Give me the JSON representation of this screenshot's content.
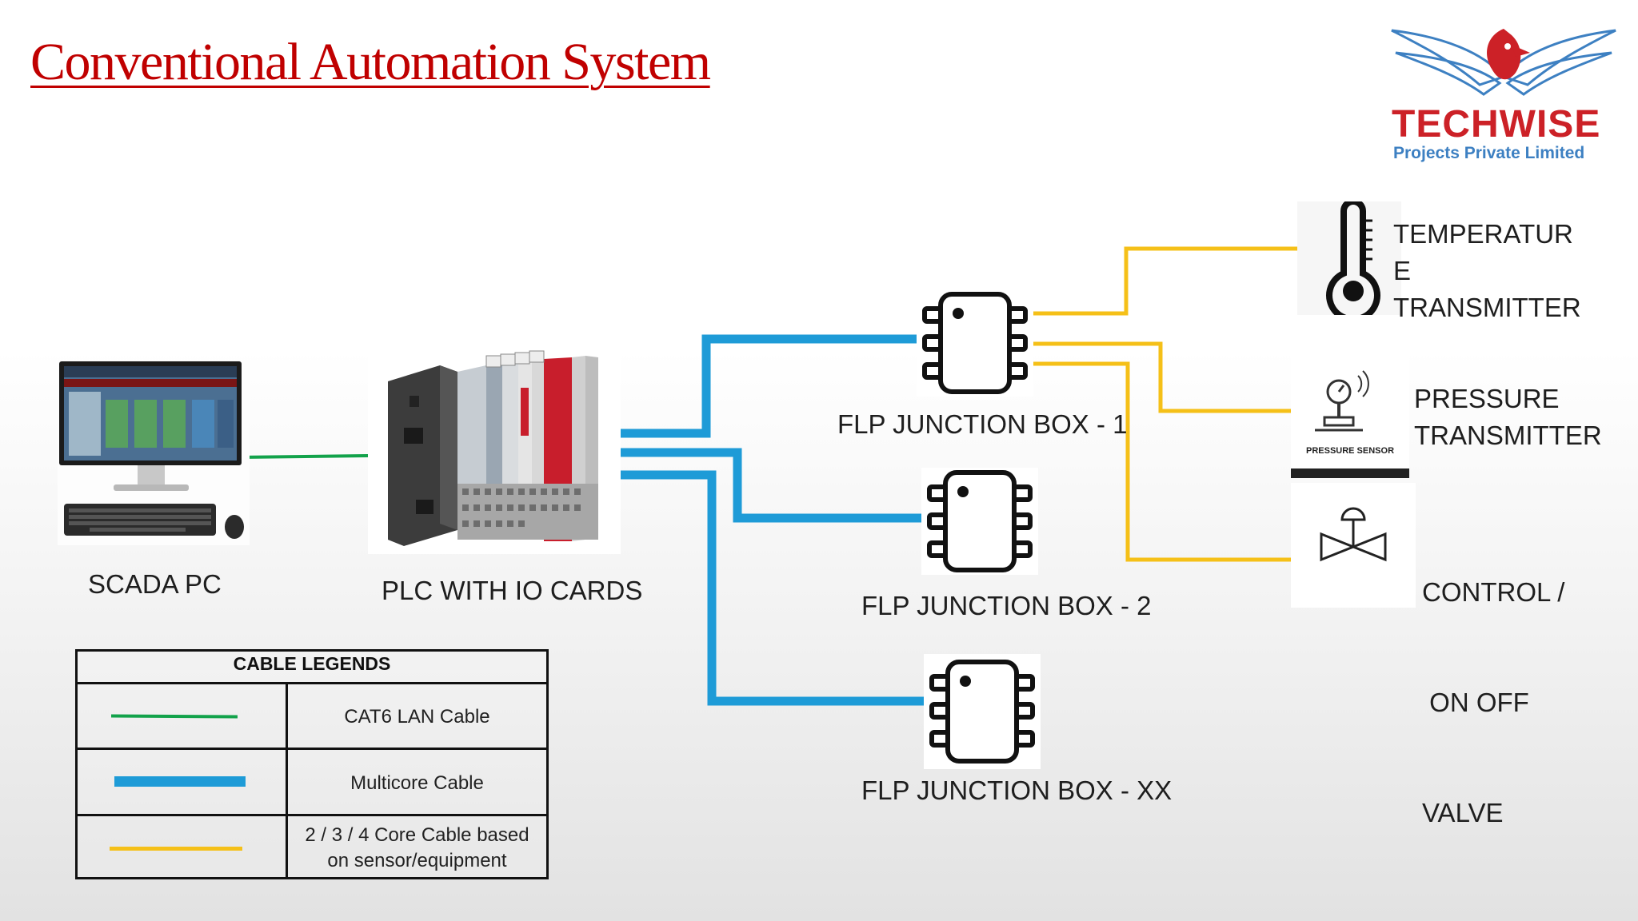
{
  "title": "Conventional Automation System",
  "logo": {
    "name": "TECHWISE",
    "subtitle": "Projects Private Limited"
  },
  "nodes": {
    "scada": "SCADA PC",
    "plc": "PLC WITH IO CARDS",
    "jb1": "FLP JUNCTION BOX - 1",
    "jb2": "FLP JUNCTION BOX - 2",
    "jbxx": "FLP JUNCTION BOX - XX",
    "temperature": [
      "TEMPERATUR",
      "E",
      "TRANSMITTER"
    ],
    "pressure": [
      "PRESSURE",
      "TRANSMITTER"
    ],
    "pressure_caption": "PRESSURE SENSOR",
    "valve": [
      "CONTROL /",
      " ON OFF",
      "VALVE"
    ]
  },
  "legend": {
    "title": "CABLE LEGENDS",
    "rows": [
      {
        "label": "CAT6 LAN Cable",
        "color": "#12a24a"
      },
      {
        "label": "Multicore Cable",
        "color": "#1e9bd7"
      },
      {
        "label": "2 / 3 / 4 Core Cable based on sensor/equipment",
        "color": "#f5c018"
      }
    ]
  },
  "colors": {
    "title": "#c00000",
    "lan": "#12a24a",
    "multicore": "#1e9bd7",
    "core": "#f5c018",
    "brand_red": "#cc2127",
    "brand_blue": "#3d80c2"
  }
}
